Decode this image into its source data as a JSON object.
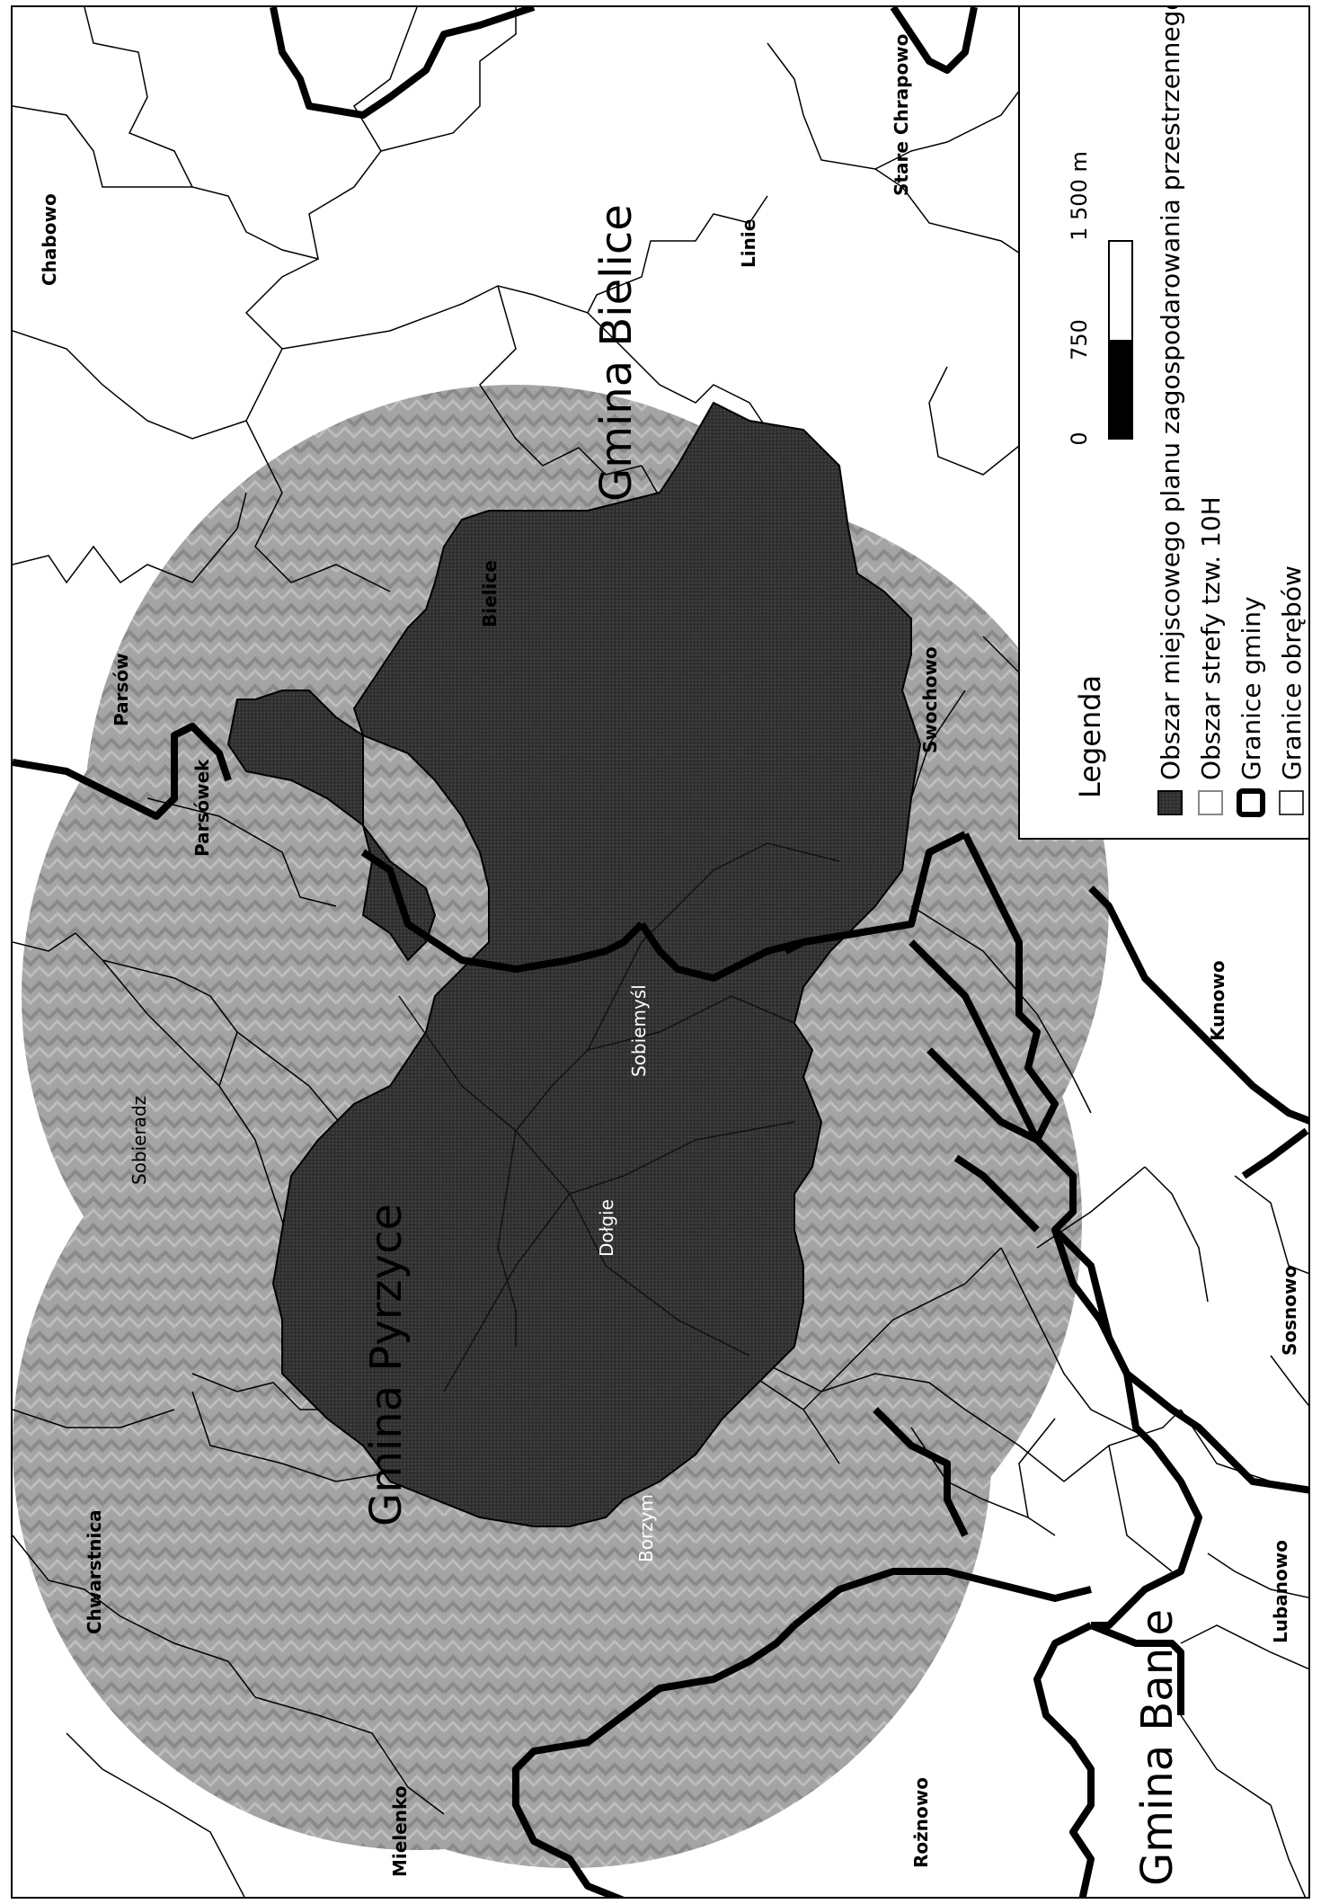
{
  "legend": {
    "title": "Legenda",
    "items": [
      {
        "label": "Obszar miejscowego planu zagospodarowania przestrzennego",
        "swatch": "plan-area"
      },
      {
        "label": "Obszar strefy tzw. 10H",
        "swatch": "zone-10h"
      },
      {
        "label": "Granice gminy",
        "swatch": "commune-border"
      },
      {
        "label": "Granice obrębów",
        "swatch": "precinct-border"
      }
    ]
  },
  "scale_bar": {
    "ticks": [
      "0",
      "750",
      "1 500 m"
    ]
  },
  "communes": {
    "bielice": "Gmina Bielice",
    "pyrzyce": "Gmina Pyrzyce",
    "banie": "Gmina Banie"
  },
  "precincts": {
    "chabowo": "Chabowo",
    "parsow": "Parsów",
    "parsowek": "Parsówek",
    "bielice": "Bielice",
    "stare_chrapowo": "Stare Chrapowo",
    "linie": "Linie",
    "swochowo": "Swochowo",
    "kunowo": "Kunowo",
    "sosnowo": "Sosnowo",
    "lubanowo": "Lubanowo",
    "roznowo": "Rożnowo",
    "mielenko": "Mielenko",
    "chwarstnica": "Chwarstnica",
    "sobieradz": "Sobieradz",
    "sobiemysl": "Sobiemyśl",
    "dolna": "Dołgie",
    "borzym": "Borzym"
  },
  "colors": {
    "plan_area": "#2e2e2e",
    "zone_10h": "#9a9a9a",
    "border": "#000000"
  }
}
